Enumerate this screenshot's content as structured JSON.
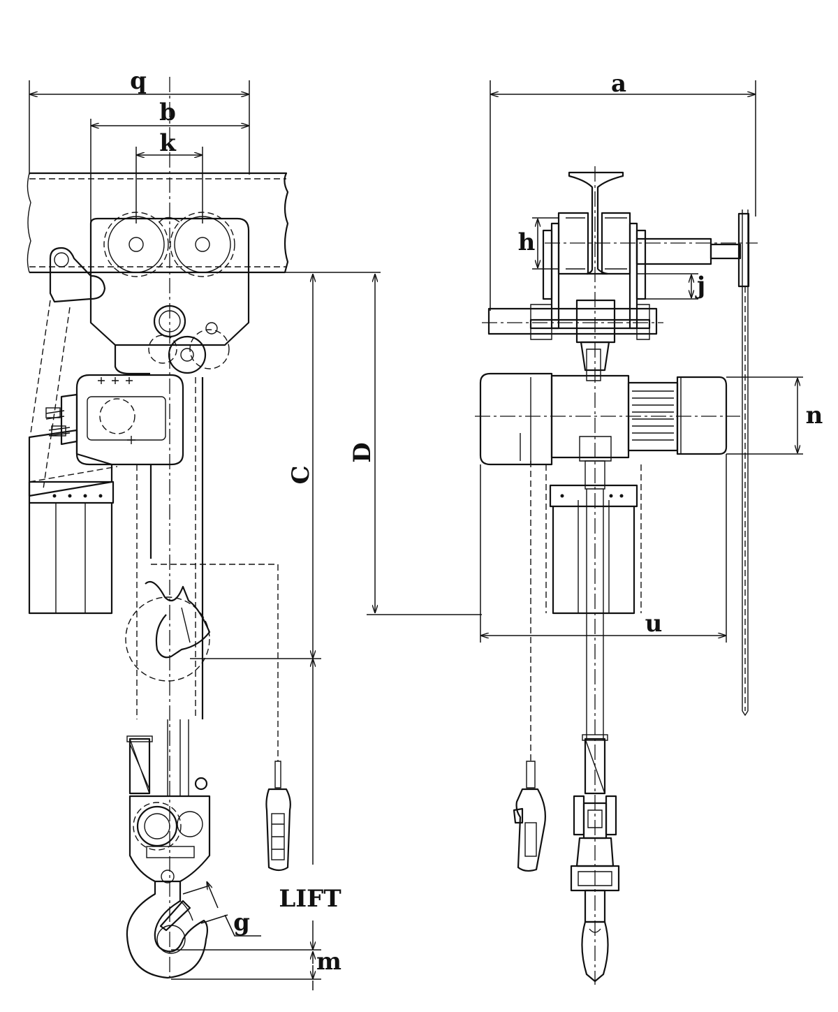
{
  "labels": {
    "q": "q",
    "b": "b",
    "k": "k",
    "a": "a",
    "h": "h",
    "j": "j",
    "n": "n",
    "u": "u",
    "C": "C",
    "D": "D",
    "lift": "LIFT",
    "g": "g",
    "m": "m"
  },
  "colors": {
    "line": "#111111",
    "background": "#ffffff"
  }
}
